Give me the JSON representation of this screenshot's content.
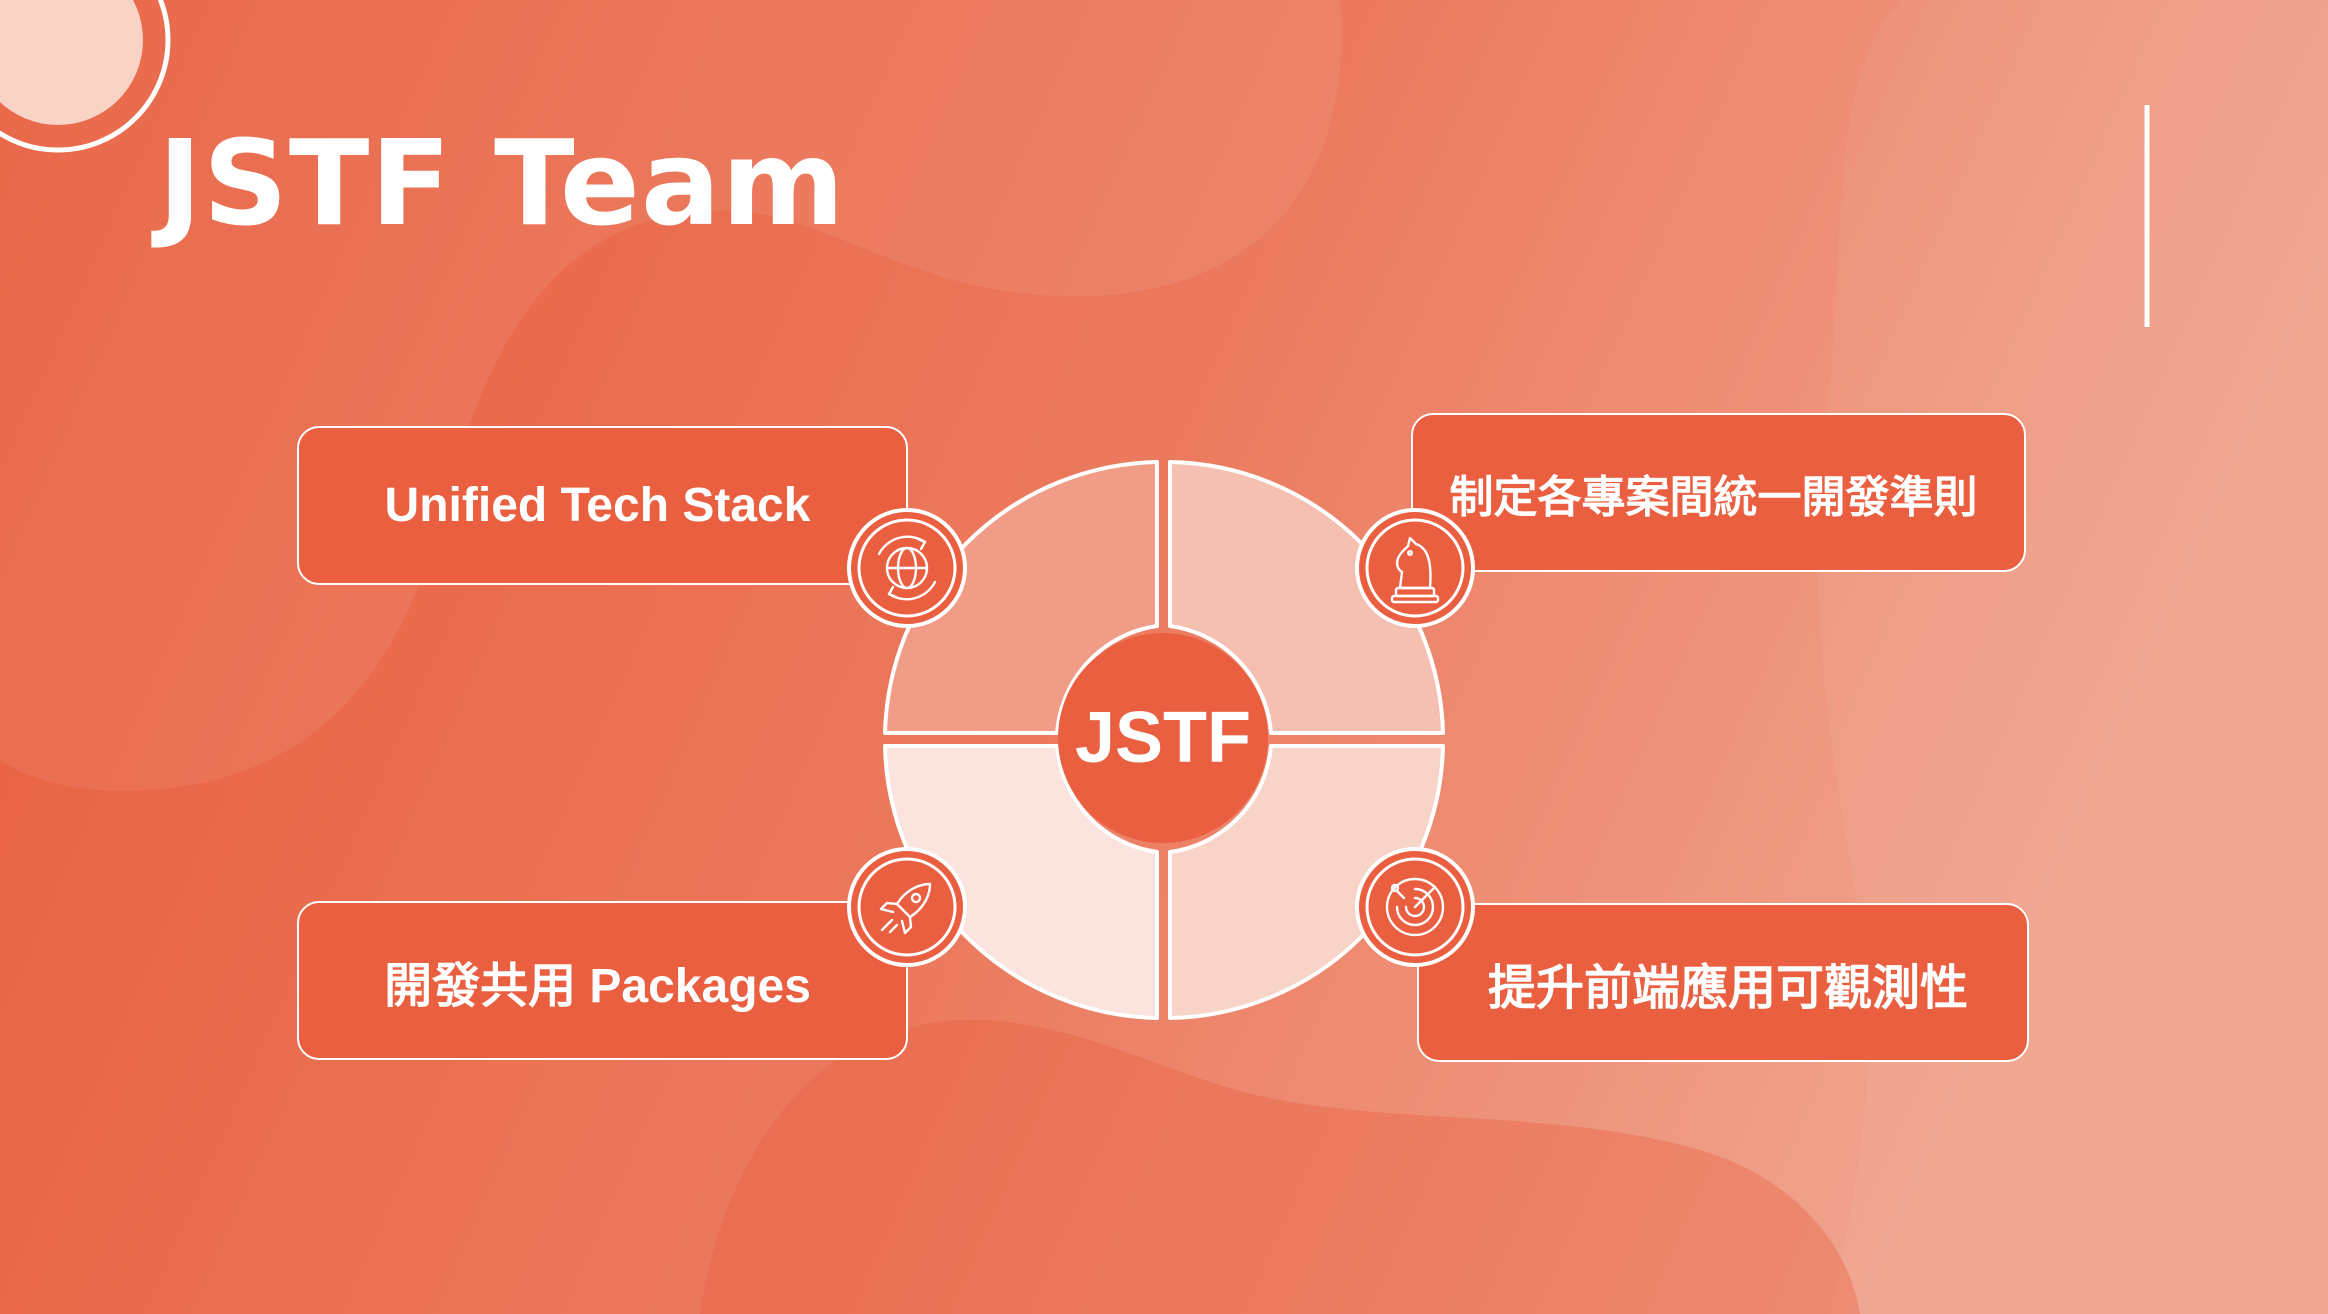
{
  "slide": {
    "title": "JSTF Team",
    "colors": {
      "background_start": "#e85d3c",
      "background_end": "#f0a48e",
      "box_fill": "#ea5f40",
      "outline": "#ffffff"
    }
  },
  "hub": {
    "center_label": "JSTF"
  },
  "items": [
    {
      "label": "Unified Tech Stack",
      "icon": "globe-refresh-icon"
    },
    {
      "label": "制定各專案間統一開發準則",
      "icon": "chess-knight-icon"
    },
    {
      "label": "開發共用 Packages",
      "icon": "rocket-icon"
    },
    {
      "label": "提升前端應用可觀測性",
      "icon": "radar-icon"
    }
  ]
}
